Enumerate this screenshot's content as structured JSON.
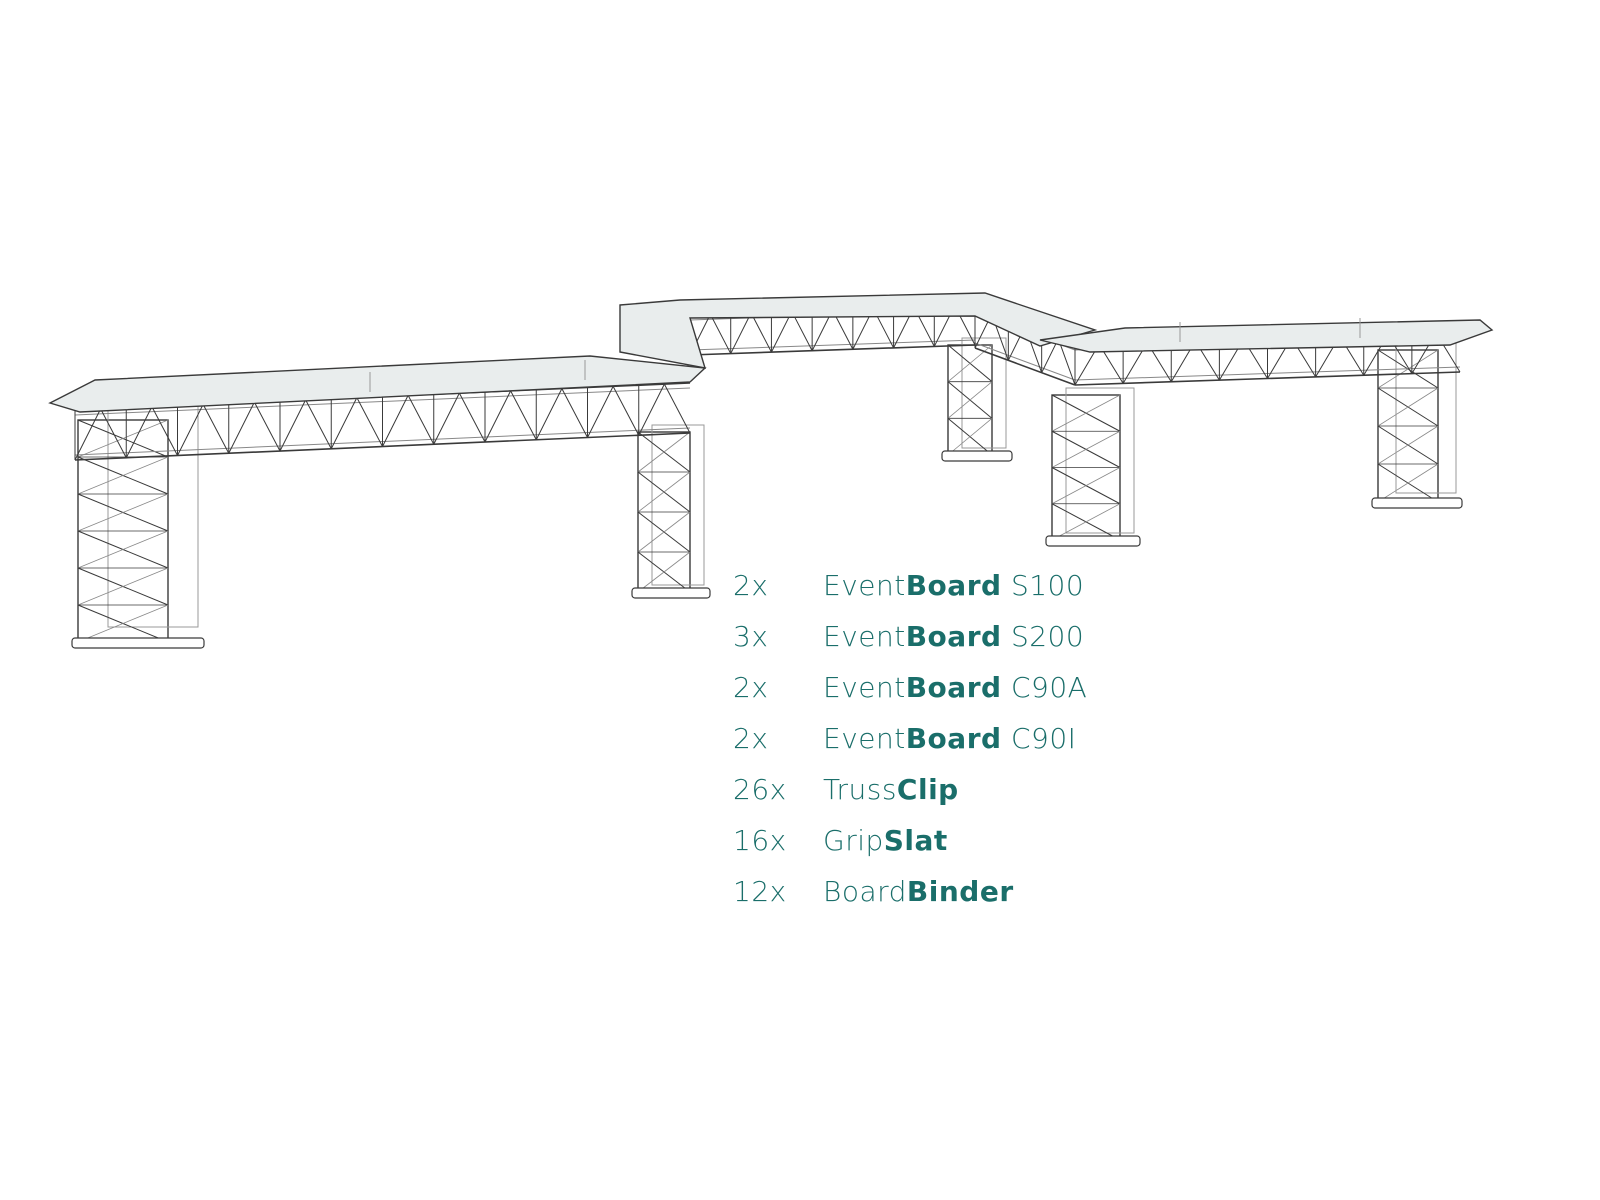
{
  "colors": {
    "accent": "#1a6e6a",
    "board": "#e9eded",
    "line": "#3a3a3a"
  },
  "parts": [
    {
      "qty": "2x",
      "prefix": "Event",
      "bold": "Board",
      "suffix": " S100"
    },
    {
      "qty": "3x",
      "prefix": "Event",
      "bold": "Board",
      "suffix": " S200"
    },
    {
      "qty": "2x",
      "prefix": "Event",
      "bold": "Board",
      "suffix": " C90A"
    },
    {
      "qty": "2x",
      "prefix": "Event",
      "bold": "Board",
      "suffix": " C90I"
    },
    {
      "qty": "26x",
      "prefix": "Truss",
      "bold": "Clip",
      "suffix": ""
    },
    {
      "qty": "16x",
      "prefix": "Grip",
      "bold": "Slat",
      "suffix": ""
    },
    {
      "qty": "12x",
      "prefix": "Board",
      "bold": "Binder",
      "suffix": ""
    }
  ]
}
